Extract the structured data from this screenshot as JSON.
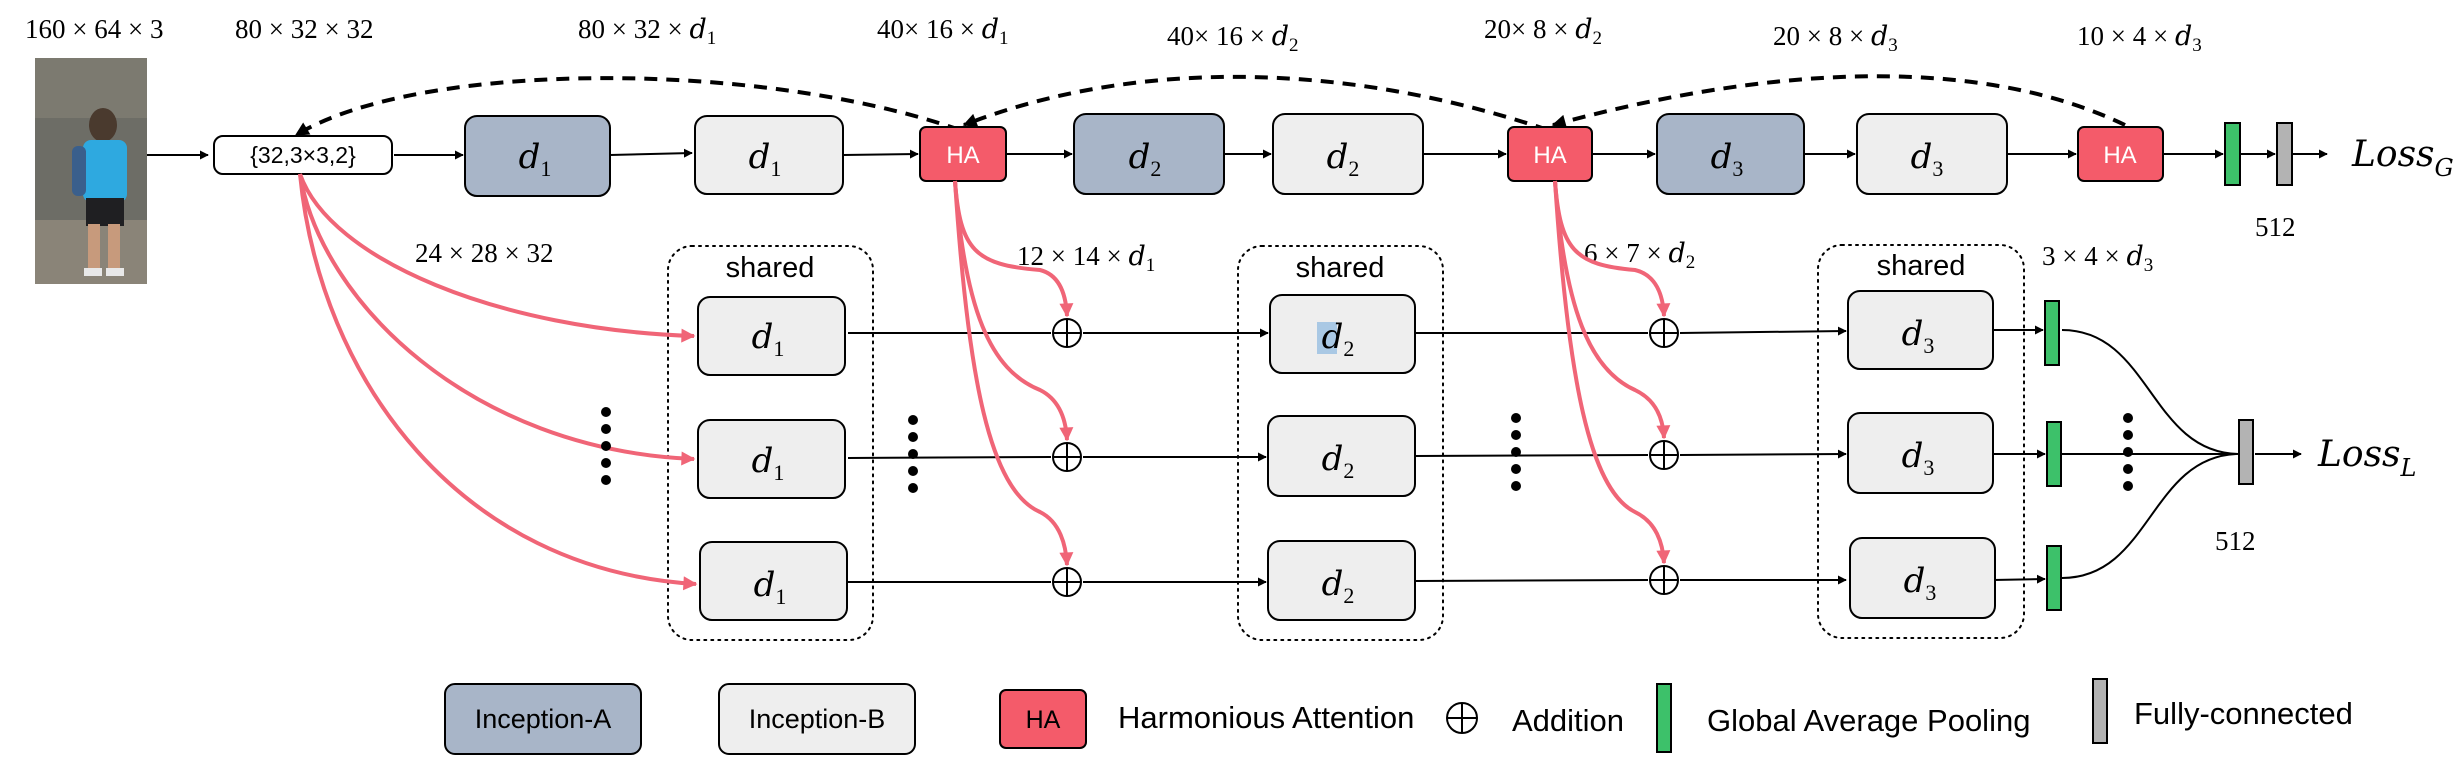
{
  "image_label": "person image",
  "dims": {
    "input": "160 × 64 × 3",
    "conv": "80 × 32 × 32",
    "s1": "80 × 32 × ",
    "s1_sym": "d",
    "s1_sub": "1",
    "ha1": "40× 16 × ",
    "ha1_sym": "d",
    "ha1_sub": "1",
    "s2": "40× 16 × ",
    "s2_sym": "d",
    "s2_sub": "2",
    "ha2": "20× 8 × ",
    "ha2_sym": "d",
    "ha2_sub": "2",
    "s3": "20 × 8 × ",
    "s3_sym": "d",
    "s3_sub": "3",
    "ha3": "10 × 4 × ",
    "ha3_sym": "d",
    "ha3_sub": "3",
    "local_in": "24 × 28 × 32",
    "local1": "12 × 14 × ",
    "local1_sym": "d",
    "local1_sub": "1",
    "local2": "6 × 7 × ",
    "local2_sym": "d",
    "local2_sub": "2",
    "local3": "3 × 4 × ",
    "local3_sym": "d",
    "local3_sub": "3",
    "fc_global": "512",
    "fc_local": "512"
  },
  "conv_label": "{32,3×3,2}",
  "ha_label": "HA",
  "block_sym": "d",
  "block_subs": [
    "1",
    "2",
    "3"
  ],
  "shared_label": "shared",
  "loss_global": {
    "text": "Loss",
    "sub": "G"
  },
  "loss_local": {
    "text": "Loss",
    "sub": "L"
  },
  "legend": {
    "inception_a": "Inception-A",
    "inception_b": "Inception-B",
    "ha": "HA",
    "ha_text": "Harmonious Attention",
    "addition_text": "Addition",
    "gap_text": "Global Average Pooling",
    "fc_text": "Fully-connected"
  },
  "colors": {
    "inception_a": "#a8b5c8",
    "inception_b": "#eeeeee",
    "ha": "#f45b6a",
    "gap": "#3dc16a",
    "fc": "#b3b3b3",
    "attention_arrow": "#f06577"
  }
}
